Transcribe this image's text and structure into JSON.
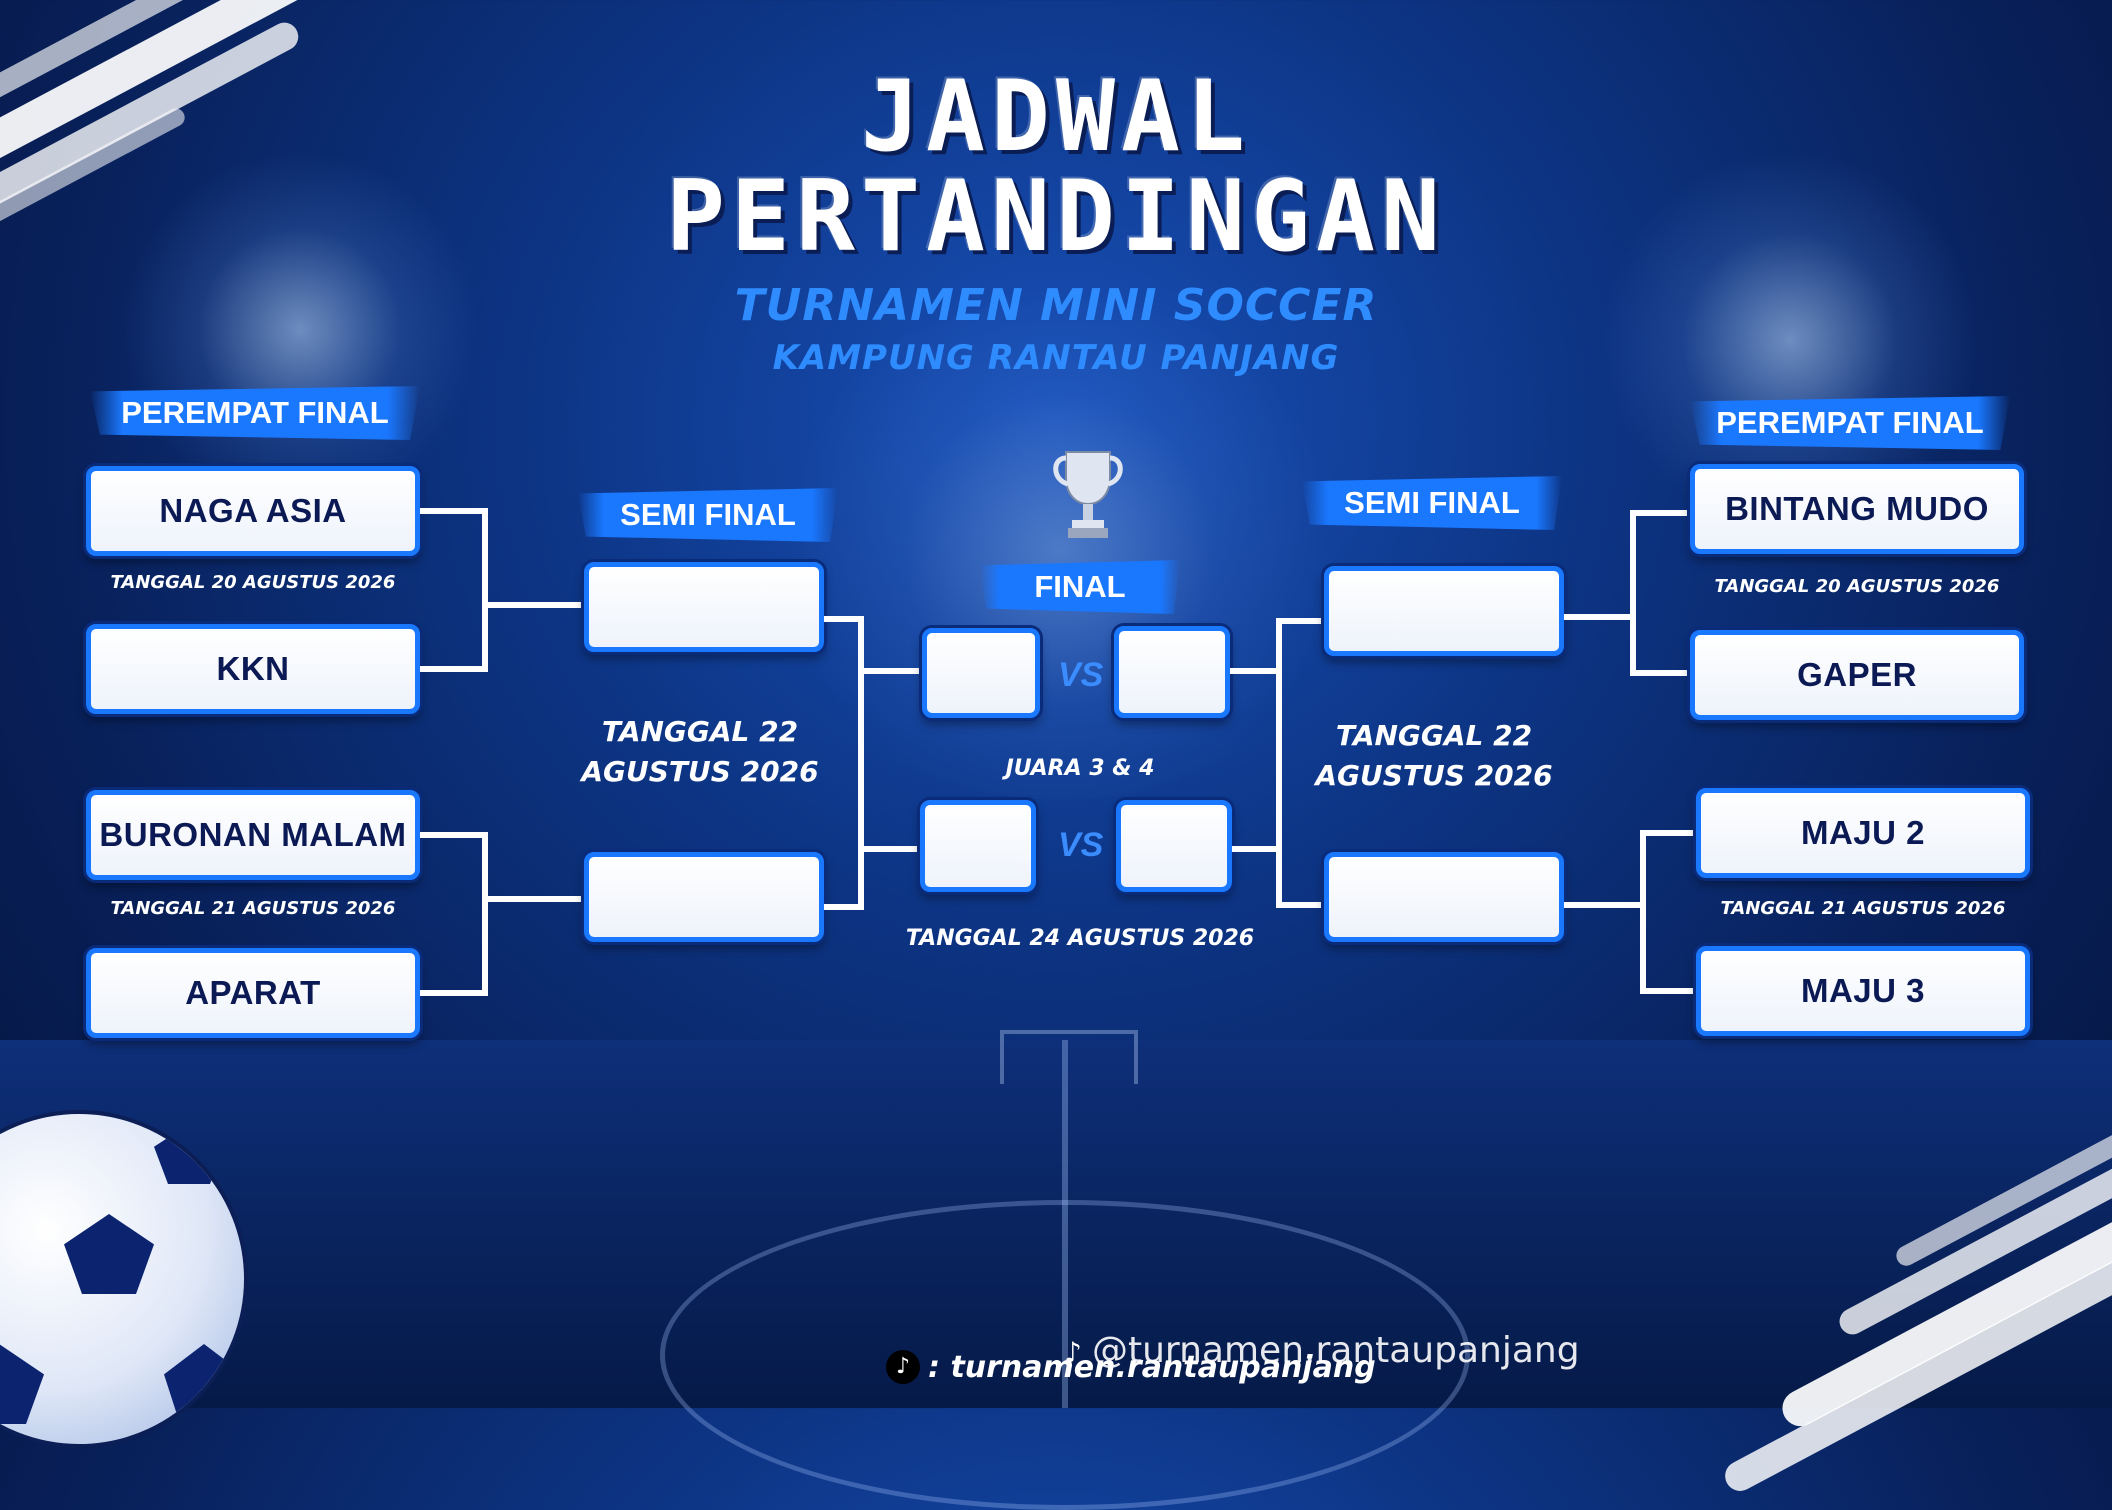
{
  "title": {
    "line1": "JADWAL",
    "line2": "PERTANDINGAN"
  },
  "subtitle": {
    "line1": "TURNAMEN MINI SOCCER",
    "line2": "KAMPUNG RANTAU PANJANG"
  },
  "left": {
    "quarter_label": "PEREMPAT FINAL",
    "semi_label": "SEMI FINAL",
    "match1": {
      "team_a": "NAGA ASIA",
      "team_b": "KKN",
      "date": "TANGGAL 20 AGUSTUS 2026"
    },
    "match2": {
      "team_a": "BURONAN MALAM",
      "team_b": "APARAT",
      "date": "TANGGAL 21 AGUSTUS 2026"
    },
    "semi_date_line1": "TANGGAL 22",
    "semi_date_line2": "AGUSTUS 2026"
  },
  "right": {
    "quarter_label": "PEREMPAT FINAL",
    "semi_label": "SEMI FINAL",
    "match1": {
      "team_a": "BINTANG MUDO",
      "team_b": "GAPER",
      "date": "TANGGAL 20 AGUSTUS 2026"
    },
    "match2": {
      "team_a": "MAJU 2",
      "team_b": "MAJU 3",
      "date": "TANGGAL 21 AGUSTUS 2026"
    },
    "semi_date_line1": "TANGGAL 22",
    "semi_date_line2": "AGUSTUS 2026"
  },
  "center": {
    "final_label": "FINAL",
    "vs_label": "VS",
    "third_place_label": "JUARA 3 & 4",
    "final_date": "TANGGAL 24 AGUSTUS 2026"
  },
  "footer": {
    "tiktok_handle": ": turnamen.rantaupanjang",
    "overlay_handle": "@turnamen.rantaupanjang"
  },
  "colors": {
    "accent_blue": "#1a78ff",
    "subtitle_blue": "#2f8cff",
    "team_text": "#0b1a55"
  }
}
